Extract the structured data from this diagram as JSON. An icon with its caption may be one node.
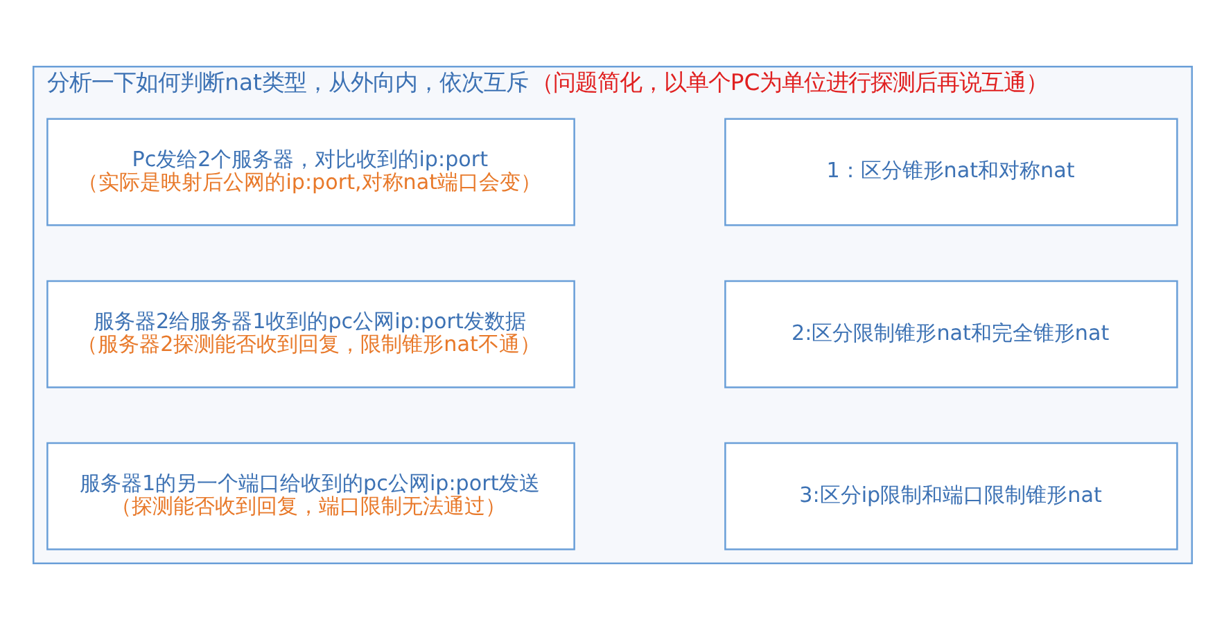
{
  "diagram": {
    "nodes": [
      {
        "text": [
          "分析一下如何判断nat类型，从外向内，依次互斥",
          "（问题简化，以单个PC为单位进行探测后再说互通）"
        ]
      },
      {
        "text": [
          "1：区分锥形nat和对称nat"
        ],
        "in": 0
      },
      {
        "text": [
          "Pc发给2个服务器，对比收到的ip:port",
          "（实际是映射后公网的ip:port,对称nat端口会变）"
        ],
        "in": 0
      },
      {
        "text": [
          "2:区分限制锥形nat和完全锥形nat"
        ],
        "in": 0
      },
      {
        "text": [
          "服务器2给服务器1收到的pc公网ip:port发数据",
          "（服务器2探测能否收到回复，限制锥形nat不通）"
        ],
        "in": 0
      },
      {
        "text": [
          "3:区分ip限制和端口限制锥形nat"
        ],
        "in": 0
      },
      {
        "text": [
          "服务器1的另一个端口给收到的pc公网ip:port发送",
          "（探测能否收到回复，端口限制无法通过）"
        ],
        "in": 0
      }
    ],
    "edges": []
  }
}
